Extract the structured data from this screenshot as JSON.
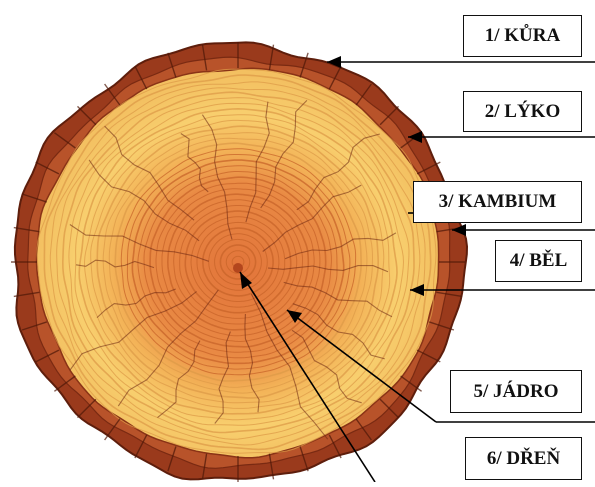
{
  "labels": [
    {
      "id": "kura",
      "text": "1/ KŮRA"
    },
    {
      "id": "lyko",
      "text": "2/ LÝKO"
    },
    {
      "id": "kambium",
      "text": "3/ KAMBIUM"
    },
    {
      "id": "bel",
      "text": "4/ BĚL"
    },
    {
      "id": "jadro",
      "text": "5/ JÁDRO"
    },
    {
      "id": "dren",
      "text": "6/ DŘEŇ"
    }
  ],
  "colors": {
    "bark": "#9a3a1c",
    "bark_dark": "#5e1e0c",
    "sapwood": "#f7c96a",
    "heartwood": "#e07a36",
    "ring_line": "#c8642a",
    "crack": "#6a2410",
    "label_border": "#111111",
    "leader_line": "#000000"
  }
}
